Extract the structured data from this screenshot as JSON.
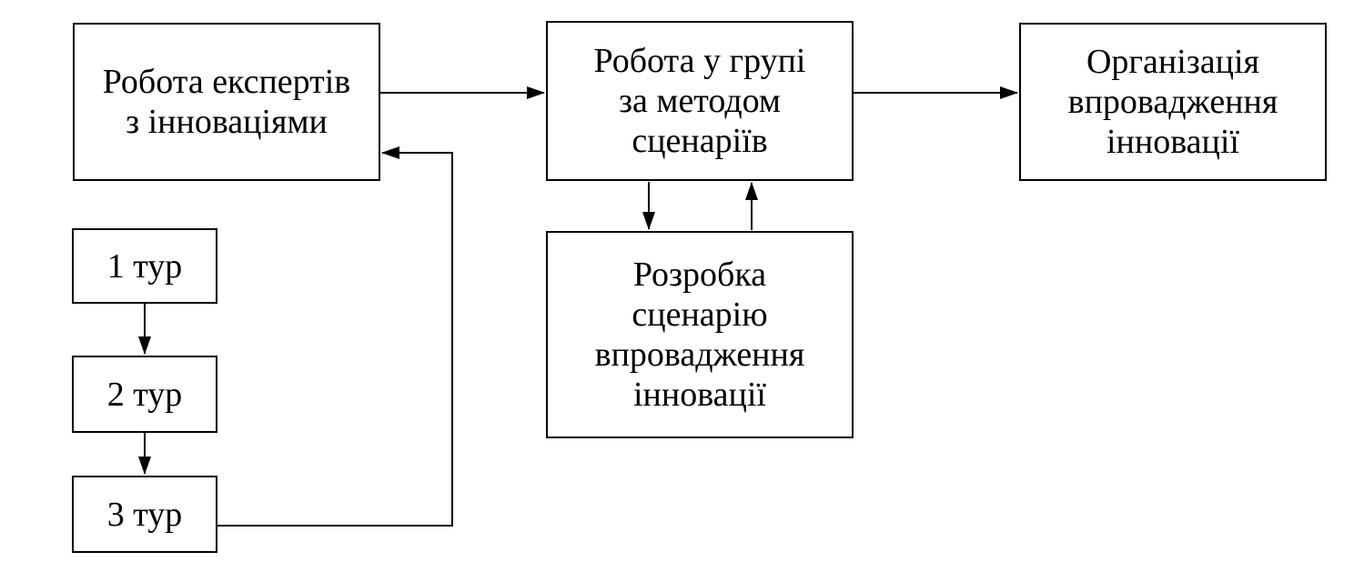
{
  "diagram": {
    "nodes": {
      "experts": {
        "label": "Робота експертів\nз інноваціями"
      },
      "group": {
        "label": "Робота у групі\nза методом\nсценаріїв"
      },
      "organization": {
        "label": "Організація\nвпровадження\nінновації"
      },
      "development": {
        "label": "Розробка\nсценарію\nвпровадження\nінновації"
      },
      "round1": {
        "label": "1 тур"
      },
      "round2": {
        "label": "2 тур"
      },
      "round3": {
        "label": "3 тур"
      }
    },
    "edges": [
      {
        "from": "experts",
        "to": "group"
      },
      {
        "from": "group",
        "to": "organization"
      },
      {
        "from": "group",
        "to": "development"
      },
      {
        "from": "development",
        "to": "group"
      },
      {
        "from": "round1",
        "to": "round2"
      },
      {
        "from": "round2",
        "to": "round3"
      },
      {
        "from": "round3",
        "to": "experts"
      }
    ],
    "colors": {
      "stroke": "#000000",
      "background": "#ffffff"
    }
  }
}
